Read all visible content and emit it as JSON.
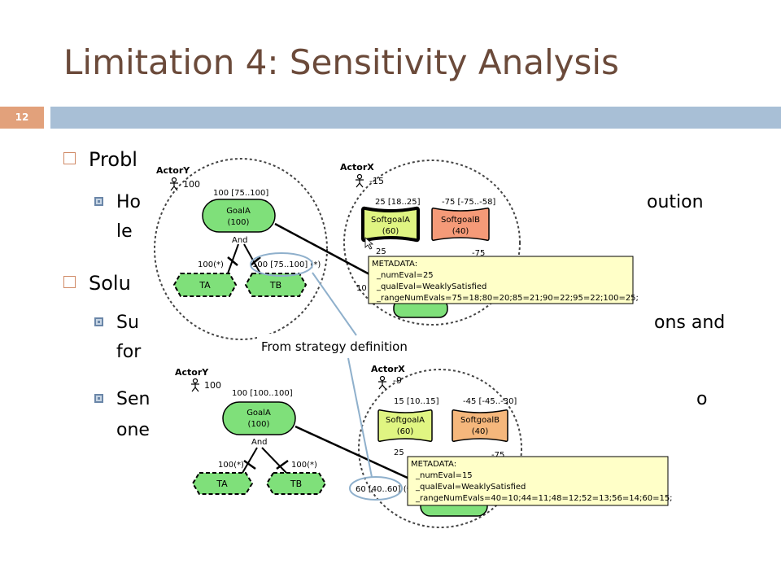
{
  "slide": {
    "title": "Limitation 4: Sensitivity Analysis",
    "number": "12"
  },
  "bullets": [
    {
      "text": "Probl"
    },
    {
      "text": "Solu"
    }
  ],
  "subbullets": [
    {
      "text": "Ho"
    },
    {
      "text": "le"
    },
    {
      "text": "oution"
    },
    {
      "text": "Su"
    },
    {
      "text": "for"
    },
    {
      "text": "ons and"
    },
    {
      "text": "Sen"
    },
    {
      "text": "one"
    },
    {
      "text": "o"
    }
  ],
  "annotation": "From strategy definition",
  "top": {
    "actorY": {
      "name": "ActorY",
      "value": "100"
    },
    "goalA": {
      "label": "GoalA",
      "weight": "(100)",
      "range": "100 [75..100]"
    },
    "and": "And",
    "ta": {
      "label": "TA",
      "link": "100(*)"
    },
    "tb": {
      "label": "TB",
      "link": "100 [75..100] (*)"
    },
    "actorX": {
      "name": "ActorX",
      "value": "-15"
    },
    "softA": {
      "label": "SoftgoalA",
      "weight": "(60)",
      "range": "25 [18..25]"
    },
    "softB": {
      "label": "SoftgoalB",
      "weight": "(40)",
      "range": "-75 [-75..-58]"
    },
    "link1": "25",
    "link2": "-75",
    "link3": "10",
    "metadata": {
      "title": "METADATA:",
      "lines": [
        "_numEval=25",
        "_qualEval=WeaklySatisfied",
        "_rangeNumEvals=75=18;80=20;85=21;90=22;95=22;100=25;"
      ]
    }
  },
  "bottom": {
    "actorY": {
      "name": "ActorY",
      "value": "100"
    },
    "goalA": {
      "label": "GoalA",
      "weight": "(100)",
      "range": "100 [100..100]"
    },
    "and": "And",
    "ta": {
      "label": "TA",
      "link": "100(*)"
    },
    "tb": {
      "label": "TB",
      "link": "100(*)"
    },
    "actorX": {
      "name": "ActorX",
      "value": "-9"
    },
    "softA": {
      "label": "SoftgoalA",
      "weight": "(60)",
      "range": "15 [10..15]"
    },
    "softB": {
      "label": "SoftgoalB",
      "weight": "(40)",
      "range": "-45 [-45..-30]"
    },
    "link1": "25",
    "link2": "-75",
    "link3": "60 [40..60] (*)",
    "metadata": {
      "title": "METADATA:",
      "lines": [
        "_numEval=15",
        "_qualEval=WeaklySatisfied",
        "_rangeNumEvals=40=10;44=11;48=12;52=13;56=14;60=15;"
      ]
    }
  },
  "colors": {
    "title": "#6b4a3a",
    "accentOrange": "#e2a17b",
    "accentBlue": "#a8bfd6",
    "green": "#7fe07a",
    "yellowGreen": "#e0f582",
    "salmon": "#f59a78",
    "orange": "#f5b77c",
    "metadataBg": "#ffffc8"
  }
}
